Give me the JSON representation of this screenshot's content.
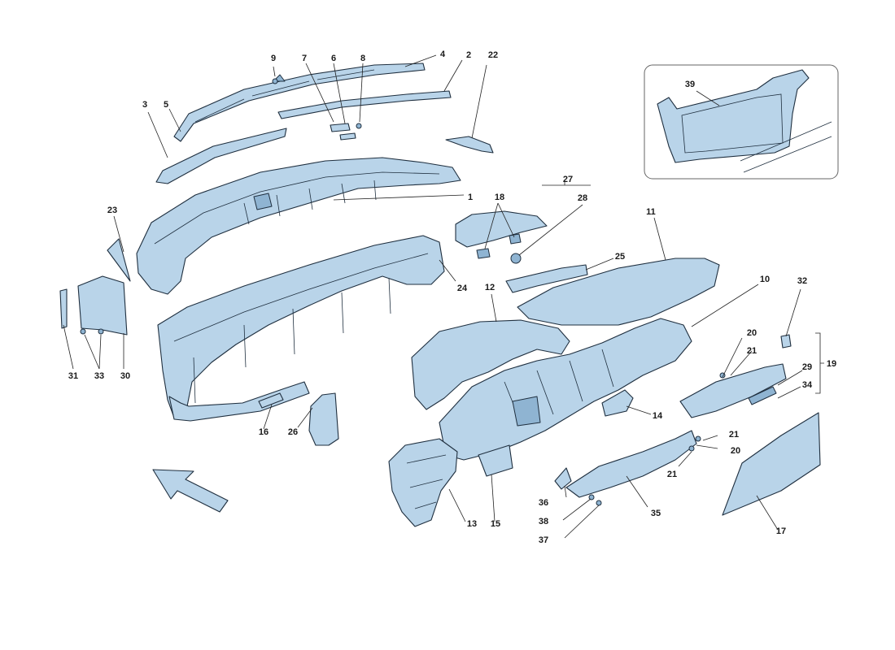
{
  "colors": {
    "part_fill": "#b9d4e9",
    "part_dark": "#8fb4d2",
    "part_stroke": "#1f2f3f"
  },
  "callouts": [
    {
      "id": "1",
      "text": "1"
    },
    {
      "id": "2",
      "text": "2"
    },
    {
      "id": "3",
      "text": "3"
    },
    {
      "id": "4",
      "text": "4"
    },
    {
      "id": "5",
      "text": "5"
    },
    {
      "id": "6",
      "text": "6"
    },
    {
      "id": "7",
      "text": "7"
    },
    {
      "id": "8",
      "text": "8"
    },
    {
      "id": "9",
      "text": "9"
    },
    {
      "id": "10",
      "text": "10"
    },
    {
      "id": "11",
      "text": "11"
    },
    {
      "id": "12",
      "text": "12"
    },
    {
      "id": "13",
      "text": "13"
    },
    {
      "id": "14",
      "text": "14"
    },
    {
      "id": "15",
      "text": "15"
    },
    {
      "id": "16",
      "text": "16"
    },
    {
      "id": "17",
      "text": "17"
    },
    {
      "id": "18",
      "text": "18"
    },
    {
      "id": "19",
      "text": "19"
    },
    {
      "id": "20a",
      "text": "20"
    },
    {
      "id": "20b",
      "text": "20"
    },
    {
      "id": "21a",
      "text": "21"
    },
    {
      "id": "21b",
      "text": "21"
    },
    {
      "id": "21c",
      "text": "21"
    },
    {
      "id": "22",
      "text": "22"
    },
    {
      "id": "23",
      "text": "23"
    },
    {
      "id": "24",
      "text": "24"
    },
    {
      "id": "25",
      "text": "25"
    },
    {
      "id": "26",
      "text": "26"
    },
    {
      "id": "27",
      "text": "27"
    },
    {
      "id": "28",
      "text": "28"
    },
    {
      "id": "29",
      "text": "29"
    },
    {
      "id": "30",
      "text": "30"
    },
    {
      "id": "31",
      "text": "31"
    },
    {
      "id": "32",
      "text": "32"
    },
    {
      "id": "33",
      "text": "33"
    },
    {
      "id": "34",
      "text": "34"
    },
    {
      "id": "35",
      "text": "35"
    },
    {
      "id": "36",
      "text": "36"
    },
    {
      "id": "37",
      "text": "37"
    },
    {
      "id": "38",
      "text": "38"
    },
    {
      "id": "39",
      "text": "39"
    }
  ]
}
